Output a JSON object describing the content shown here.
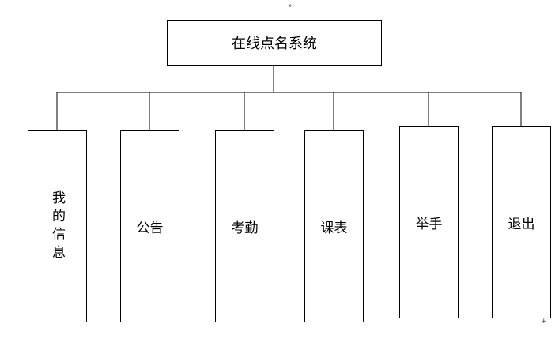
{
  "root": {
    "label": "在线点名系统"
  },
  "children": [
    {
      "label": "我的信息",
      "orientation": "vertical"
    },
    {
      "label": "公告",
      "orientation": "horizontal"
    },
    {
      "label": "考勤",
      "orientation": "horizontal"
    },
    {
      "label": "课表",
      "orientation": "horizontal"
    },
    {
      "label": "举手",
      "orientation": "horizontal"
    },
    {
      "label": "退出",
      "orientation": "horizontal"
    }
  ],
  "colors": {
    "line": "#000000",
    "box_border": "#000000",
    "background": "#ffffff"
  },
  "markers": {
    "paragraph_mark": "↵",
    "anchor_mark": "+"
  }
}
